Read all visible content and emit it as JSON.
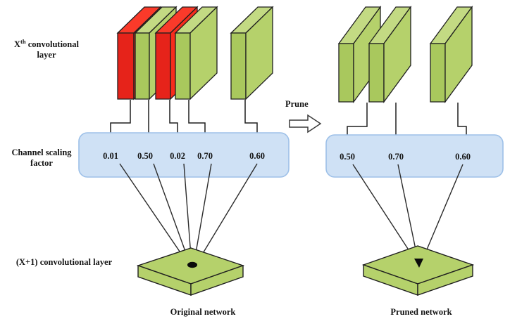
{
  "diagram": {
    "title": "Network channel pruning illustration",
    "labels": {
      "xth_layer_line1": "convolutional",
      "xth_layer_line2": "layer",
      "xth_layer_prefix": "X",
      "xth_layer_sup": "th",
      "channel_scaling": "Channel scaling\nfactor",
      "next_layer": "(X+1) convolutional layer",
      "prune": "Prune",
      "original_network": "Original network",
      "pruned_network": "Pruned network"
    },
    "colors": {
      "kept_channel": "#b5d16b",
      "kept_channel_side": "#a9c85d",
      "pruned_channel": "#f82b1c",
      "pruned_channel_side": "#e82315",
      "band_fill": "#cfe1f5",
      "band_stroke": "#9dc0e8",
      "outline": "#1f1f1f",
      "background": "#ffffff"
    },
    "original": {
      "caption": "Original network",
      "channels": [
        {
          "index": 0,
          "scale": "0.01",
          "state": "pruned",
          "color": "#f82b1c"
        },
        {
          "index": 1,
          "scale": "0.50",
          "state": "kept",
          "color": "#b5d16b"
        },
        {
          "index": 2,
          "scale": "0.02",
          "state": "pruned",
          "color": "#f82b1c"
        },
        {
          "index": 3,
          "scale": "0.70",
          "state": "kept",
          "color": "#b5d16b"
        },
        {
          "index": 4,
          "scale": "0.60",
          "state": "kept",
          "color": "#b5d16b"
        }
      ],
      "scaling_factors": [
        "0.01",
        "0.50",
        "0.02",
        "0.70",
        "0.60"
      ]
    },
    "pruned": {
      "caption": "Pruned network",
      "channels": [
        {
          "index": 0,
          "scale": "0.50",
          "state": "kept",
          "color": "#b5d16b"
        },
        {
          "index": 1,
          "scale": "0.70",
          "state": "kept",
          "color": "#b5d16b"
        },
        {
          "index": 2,
          "scale": "0.60",
          "state": "kept",
          "color": "#b5d16b"
        }
      ],
      "scaling_factors": [
        "0.50",
        "0.70",
        "0.60"
      ]
    }
  }
}
